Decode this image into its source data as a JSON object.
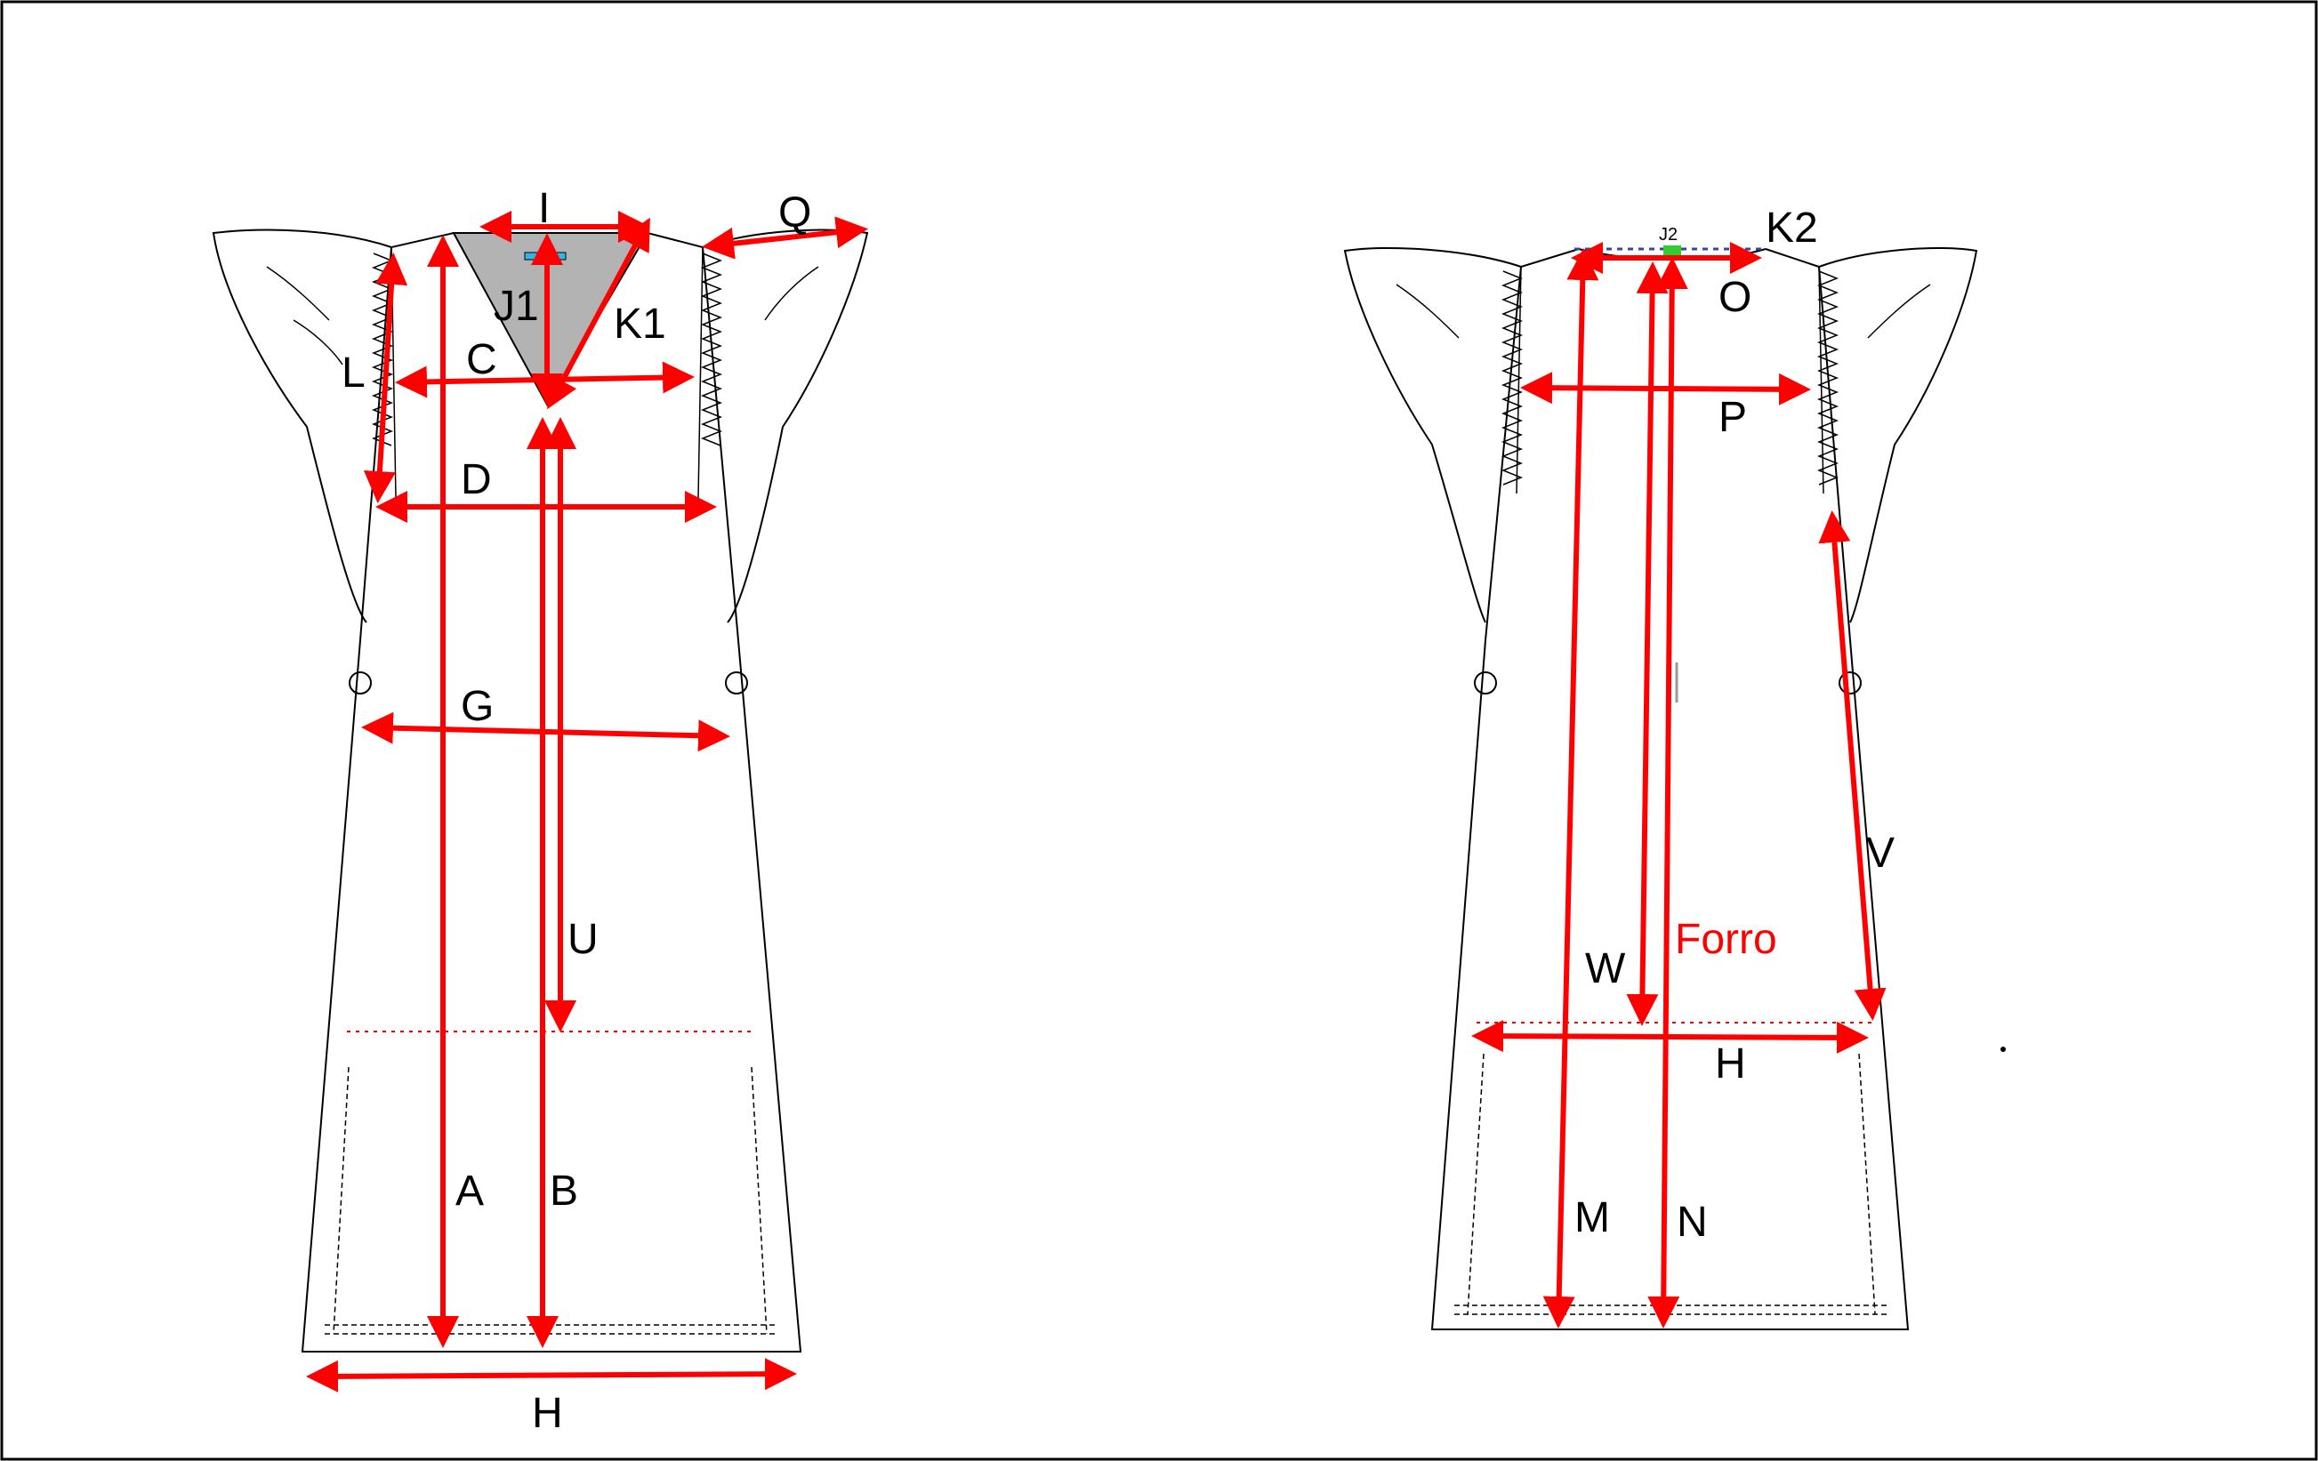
{
  "front": {
    "labels": {
      "A": "A",
      "B": "B",
      "C": "C",
      "D": "D",
      "G": "G",
      "H": "H",
      "I": "I",
      "J1": "J1",
      "K1": "K1",
      "L": "L",
      "Q": "Q",
      "U": "U"
    }
  },
  "back": {
    "labels": {
      "K2": "K2",
      "J2": "J2",
      "O": "O",
      "P": "P",
      "V": "V",
      "W": "W",
      "H": "H",
      "M": "M",
      "N": "N"
    },
    "lining_label": "Forro"
  },
  "colors": {
    "measure_arrow": "#ff0000",
    "outline": "#000000",
    "neck_fill": "#b3b3b3",
    "label_tag": "#33b5e5",
    "back_neck_mark": "#33cc33",
    "back_neck_dash": "#3344aa"
  }
}
